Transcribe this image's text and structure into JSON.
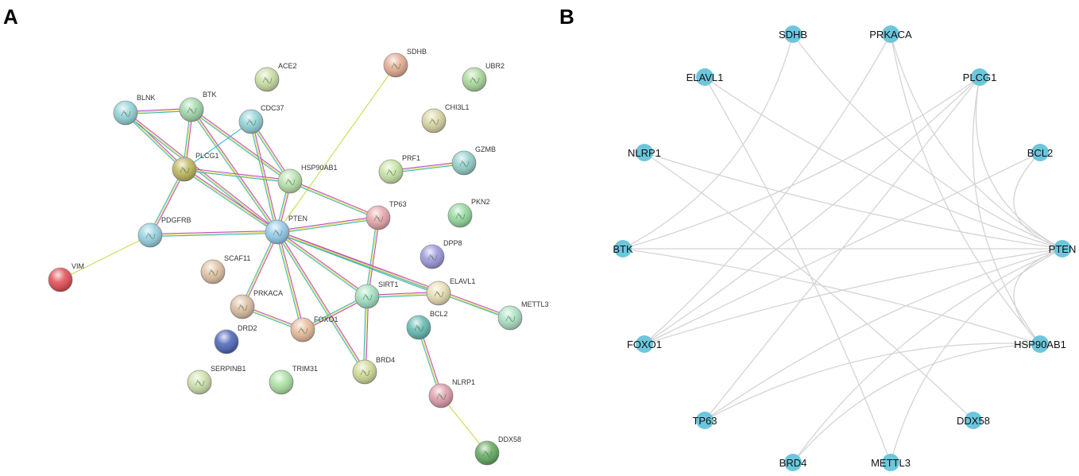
{
  "panels": {
    "a_letter": "A",
    "b_letter": "B"
  },
  "network_a": {
    "nodes": [
      {
        "id": "BLNK",
        "color": "#8fd1d6"
      },
      {
        "id": "BTK",
        "color": "#9fd6a8"
      },
      {
        "id": "CDC37",
        "color": "#8fd1d6"
      },
      {
        "id": "ACE2",
        "color": "#c9dca0"
      },
      {
        "id": "SDHB",
        "color": "#e3a98f"
      },
      {
        "id": "UBR2",
        "color": "#a8d89a"
      },
      {
        "id": "CHI3L1",
        "color": "#d8d3a0"
      },
      {
        "id": "PLCG1",
        "color": "#bcb458"
      },
      {
        "id": "HSP90AB1",
        "color": "#b8e0a8"
      },
      {
        "id": "PRF1",
        "color": "#c5e3a0"
      },
      {
        "id": "GZMB",
        "color": "#8fcdc8"
      },
      {
        "id": "TP63",
        "color": "#e6a3a8"
      },
      {
        "id": "PKN2",
        "color": "#8fd79a"
      },
      {
        "id": "PDGFRB",
        "color": "#92cfe0"
      },
      {
        "id": "PTEN",
        "color": "#8fc9ea"
      },
      {
        "id": "DPP8",
        "color": "#9a93dc"
      },
      {
        "id": "VIM",
        "color": "#e0484e"
      },
      {
        "id": "SCAF11",
        "color": "#e0c0a0"
      },
      {
        "id": "SIRT1",
        "color": "#9fe0c0"
      },
      {
        "id": "ELAVL1",
        "color": "#e8dcb0"
      },
      {
        "id": "METTL3",
        "color": "#a8e0c0"
      },
      {
        "id": "PRKACA",
        "color": "#dcbca0"
      },
      {
        "id": "FOXO1",
        "color": "#e8b898"
      },
      {
        "id": "BCL2",
        "color": "#5fb8b0"
      },
      {
        "id": "DRD2",
        "color": "#4a62b8"
      },
      {
        "id": "BRD4",
        "color": "#d0d890"
      },
      {
        "id": "SERPINB1",
        "color": "#cde0a8"
      },
      {
        "id": "TRIM31",
        "color": "#a8e0a0"
      },
      {
        "id": "NLRP1",
        "color": "#dc9aa8"
      },
      {
        "id": "DDX58",
        "color": "#5fa85a"
      }
    ],
    "edges": [
      [
        "BLNK",
        "BTK"
      ],
      [
        "BLNK",
        "PLCG1"
      ],
      [
        "BLNK",
        "PTEN"
      ],
      [
        "BTK",
        "PLCG1"
      ],
      [
        "BTK",
        "PTEN"
      ],
      [
        "BTK",
        "HSP90AB1"
      ],
      [
        "CDC37",
        "PLCG1"
      ],
      [
        "CDC37",
        "HSP90AB1"
      ],
      [
        "CDC37",
        "PTEN"
      ],
      [
        "SDHB",
        "PTEN"
      ],
      [
        "PRF1",
        "GZMB"
      ],
      [
        "PLCG1",
        "HSP90AB1"
      ],
      [
        "PLCG1",
        "PTEN"
      ],
      [
        "PLCG1",
        "PDGFRB"
      ],
      [
        "HSP90AB1",
        "PTEN"
      ],
      [
        "HSP90AB1",
        "TP63"
      ],
      [
        "PTEN",
        "TP63"
      ],
      [
        "PDGFRB",
        "PTEN"
      ],
      [
        "PDGFRB",
        "VIM"
      ],
      [
        "PTEN",
        "SIRT1"
      ],
      [
        "PTEN",
        "ELAVL1"
      ],
      [
        "PTEN",
        "PRKACA"
      ],
      [
        "PTEN",
        "FOXO1"
      ],
      [
        "PTEN",
        "BRD4"
      ],
      [
        "TP63",
        "SIRT1"
      ],
      [
        "SIRT1",
        "FOXO1"
      ],
      [
        "SIRT1",
        "BRD4"
      ],
      [
        "SIRT1",
        "ELAVL1"
      ],
      [
        "ELAVL1",
        "METTL3"
      ],
      [
        "PRKACA",
        "FOXO1"
      ],
      [
        "BCL2",
        "NLRP1"
      ],
      [
        "NLRP1",
        "DDX58"
      ],
      [
        "PTEN",
        "METTL3"
      ]
    ]
  },
  "network_b": {
    "node_color": "#6cc6dc",
    "edge_color": "#d4d4d4",
    "nodes": [
      "SDHB",
      "PRKACA",
      "PLCG1",
      "BCL2",
      "PTEN",
      "HSP90AB1",
      "DDX58",
      "METTL3",
      "BRD4",
      "TP63",
      "FOXO1",
      "BTK",
      "NLRP1",
      "ELAVL1"
    ],
    "edges": [
      [
        "PTEN",
        "SDHB"
      ],
      [
        "PTEN",
        "PRKACA"
      ],
      [
        "PTEN",
        "PLCG1"
      ],
      [
        "PTEN",
        "HSP90AB1"
      ],
      [
        "PTEN",
        "ELAVL1"
      ],
      [
        "PTEN",
        "NLRP1"
      ],
      [
        "PTEN",
        "BTK"
      ],
      [
        "PTEN",
        "FOXO1"
      ],
      [
        "PTEN",
        "TP63"
      ],
      [
        "PTEN",
        "BRD4"
      ],
      [
        "PTEN",
        "METTL3"
      ],
      [
        "PTEN",
        "BCL2"
      ],
      [
        "PLCG1",
        "HSP90AB1"
      ],
      [
        "PLCG1",
        "BTK"
      ],
      [
        "PLCG1",
        "FOXO1"
      ],
      [
        "PLCG1",
        "TP63"
      ],
      [
        "PRKACA",
        "FOXO1"
      ],
      [
        "PRKACA",
        "HSP90AB1"
      ],
      [
        "HSP90AB1",
        "BTK"
      ],
      [
        "HSP90AB1",
        "TP63"
      ],
      [
        "HSP90AB1",
        "BRD4"
      ],
      [
        "ELAVL1",
        "METTL3"
      ],
      [
        "NLRP1",
        "DDX58"
      ],
      [
        "BCL2",
        "FOXO1"
      ],
      [
        "BTK",
        "SDHB"
      ]
    ]
  }
}
